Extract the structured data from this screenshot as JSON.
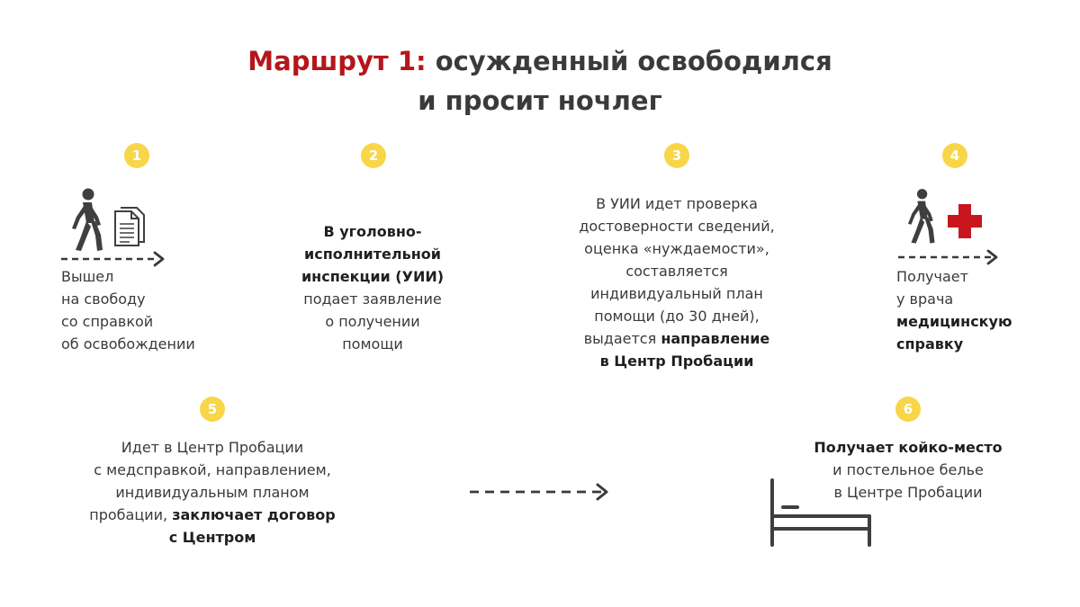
{
  "title": {
    "accent": "Маршрут 1:",
    "rest": " осужденный освободился",
    "line2": "и просит ночлег"
  },
  "colors": {
    "accent": "#b5161b",
    "badge": "#f8d649",
    "text": "#3a3a3a",
    "cross": "#c8161e"
  },
  "steps": [
    {
      "num": "1",
      "icons": [
        "walking-person-icon",
        "document-icon",
        "dashed-arrow-icon"
      ],
      "lines": [
        [
          {
            "t": "Вышел",
            "b": false
          }
        ],
        [
          {
            "t": "на свободу",
            "b": false
          }
        ],
        [
          {
            "t": "со справкой",
            "b": false
          }
        ],
        [
          {
            "t": "об освобождении",
            "b": false
          }
        ]
      ]
    },
    {
      "num": "2",
      "lines": [
        [
          {
            "t": "В уголовно-",
            "b": true
          }
        ],
        [
          {
            "t": "исполнительной",
            "b": true
          }
        ],
        [
          {
            "t": "инспекции (УИИ)",
            "b": true
          }
        ],
        [
          {
            "t": "подает заявление",
            "b": false
          }
        ],
        [
          {
            "t": "о получении",
            "b": false
          }
        ],
        [
          {
            "t": "помощи",
            "b": false
          }
        ]
      ]
    },
    {
      "num": "3",
      "lines": [
        [
          {
            "t": "В УИИ идет проверка",
            "b": false
          }
        ],
        [
          {
            "t": "достоверности сведений,",
            "b": false
          }
        ],
        [
          {
            "t": "оценка «нуждаемости»,",
            "b": false
          }
        ],
        [
          {
            "t": "составляется",
            "b": false
          }
        ],
        [
          {
            "t": "индивидуальный план",
            "b": false
          }
        ],
        [
          {
            "t": "помощи (до 30 дней),",
            "b": false
          }
        ],
        [
          {
            "t": "выдается ",
            "b": false
          },
          {
            "t": "направление",
            "b": true
          }
        ],
        [
          {
            "t": "в Центр Пробации",
            "b": true
          }
        ]
      ]
    },
    {
      "num": "4",
      "icons": [
        "walking-person-icon",
        "medical-cross-icon",
        "dashed-arrow-icon"
      ],
      "lines": [
        [
          {
            "t": "Получает",
            "b": false
          }
        ],
        [
          {
            "t": "у врача",
            "b": false
          }
        ],
        [
          {
            "t": "медицинскую",
            "b": true
          }
        ],
        [
          {
            "t": "справку",
            "b": true
          }
        ]
      ]
    },
    {
      "num": "5",
      "icons": [
        "dashed-arrow-icon"
      ],
      "lines": [
        [
          {
            "t": "Идет в Центр Пробации",
            "b": false
          }
        ],
        [
          {
            "t": "с медсправкой, направлением,",
            "b": false
          }
        ],
        [
          {
            "t": "индивидуальным планом",
            "b": false
          }
        ],
        [
          {
            "t": "пробации, ",
            "b": false
          },
          {
            "t": "заключает договор",
            "b": true
          }
        ],
        [
          {
            "t": "с Центром",
            "b": true
          }
        ]
      ]
    },
    {
      "num": "6",
      "icons": [
        "bed-icon"
      ],
      "lines": [
        [
          {
            "t": "Получает койко-место",
            "b": true
          }
        ],
        [
          {
            "t": "и постельное белье",
            "b": false
          }
        ],
        [
          {
            "t": "в Центре Пробации",
            "b": false
          }
        ]
      ]
    }
  ]
}
